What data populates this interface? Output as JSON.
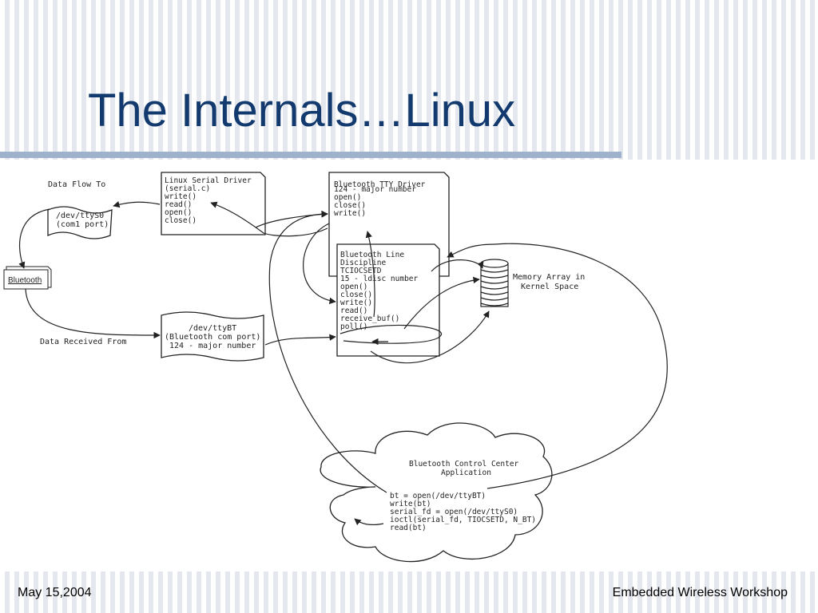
{
  "slide": {
    "title": "The Internals…Linux",
    "footer_left": "May 15,2004",
    "footer_right": "Embedded Wireless Workshop"
  },
  "diagram": {
    "label_data_flow": "Data Flow To",
    "label_data_received": "Data Received From",
    "ttys0": [
      "/dev/ttyS0",
      "(com1 port)"
    ],
    "bluetooth_device": "Bluetooth",
    "serial_driver": [
      "Linux Serial Driver",
      "(serial.c)",
      "",
      "write()",
      "read()",
      "open()",
      "close()"
    ],
    "ttybt": [
      "/dev/ttyBT",
      "(Bluetooth com port)",
      "124 - major number"
    ],
    "tty_driver": [
      "Bluetooth TTY Driver",
      "",
      "124 - major number",
      "",
      "open()",
      "close()",
      "write()"
    ],
    "line_discipline": [
      "Bluetooth Line",
      "Discipline",
      "",
      "TCIOCSETD",
      "15 - ldisc number",
      "",
      "open()",
      "close()",
      "write()",
      "read()",
      "receive_buf()",
      "poll()"
    ],
    "memory_array": [
      "Memory Array in",
      "Kernel Space"
    ],
    "app_title": [
      "Bluetooth Control Center",
      "Application"
    ],
    "app_code": [
      "bt = open(/dev/ttyBT)",
      "write(bt)",
      "serial_fd = open(/dev/ttyS0)",
      "ioctl(serial_fd, TIOCSETD, N_BT)",
      "read(bt)"
    ]
  }
}
